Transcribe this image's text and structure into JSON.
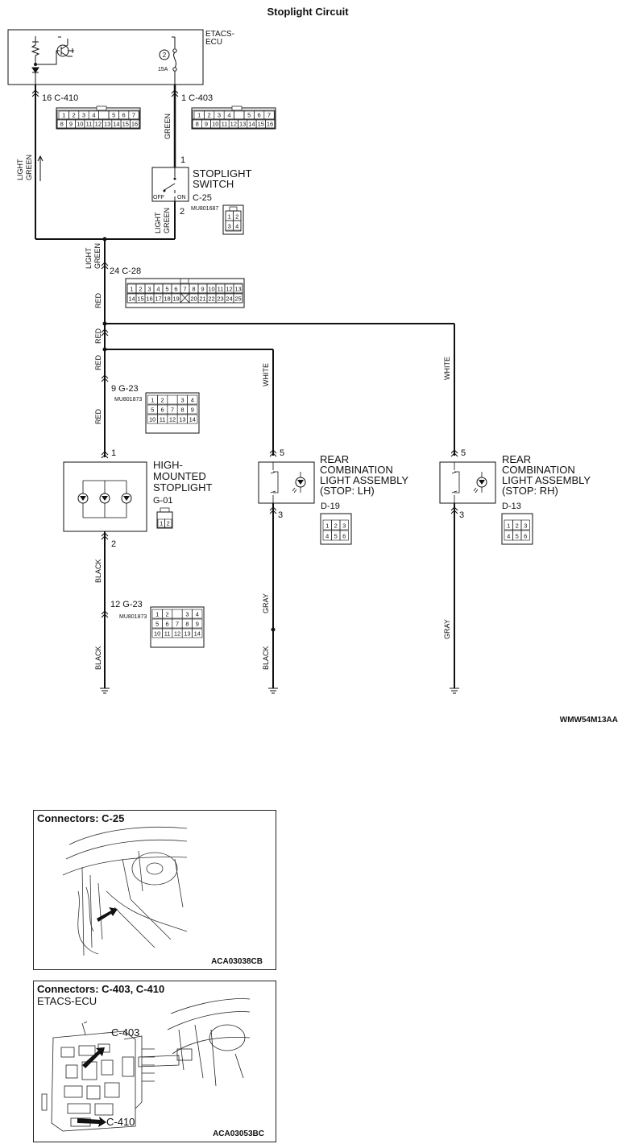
{
  "title": "Stoplight Circuit",
  "figure_code": "WMW54M13AA",
  "ecu": {
    "label_line1": "ETACS-",
    "label_line2": "ECU",
    "fuse_number": "2",
    "fuse_rating": "15A"
  },
  "connectors": {
    "c410": {
      "pin_label": "16 C-410",
      "row1": [
        "1",
        "2",
        "3",
        "4",
        "",
        "5",
        "6",
        "7"
      ],
      "row2": [
        "8",
        "9",
        "10",
        "11",
        "12",
        "13",
        "14",
        "15",
        "16"
      ]
    },
    "c403": {
      "pin_label": "1 C-403",
      "row1": [
        "1",
        "2",
        "3",
        "4",
        "",
        "5",
        "6",
        "7"
      ],
      "row2": [
        "8",
        "9",
        "10",
        "11",
        "12",
        "13",
        "14",
        "15",
        "16"
      ]
    },
    "c25": {
      "id": "C-25",
      "part": "MU801687",
      "pin_top": "1",
      "pin_bottom": "2",
      "grid": [
        "1",
        "2",
        "3",
        "4"
      ]
    },
    "c28": {
      "pin_label": "24 C-28",
      "row1": [
        "1",
        "2",
        "3",
        "4",
        "5",
        "6",
        "7",
        "8",
        "9",
        "10",
        "11",
        "12",
        "13"
      ],
      "row2": [
        "14",
        "15",
        "16",
        "17",
        "18",
        "19",
        "",
        "20",
        "21",
        "22",
        "23",
        "24",
        "25"
      ]
    },
    "g23_top": {
      "pin_label": "9 G-23",
      "part": "MU801873"
    },
    "g23_bottom": {
      "pin_label": "12 G-23",
      "part": "MU801873"
    },
    "g23_grid": {
      "row1": [
        "1",
        "2",
        "",
        "3",
        "4"
      ],
      "row2": [
        "5",
        "6",
        "7",
        "8",
        "9"
      ],
      "row3": [
        "10",
        "11",
        "12",
        "13",
        "14"
      ]
    },
    "g01": {
      "id": "G-01",
      "grid": [
        "1",
        "2"
      ]
    },
    "d19": {
      "id": "D-19",
      "grid": [
        "1",
        "2",
        "3",
        "4",
        "5",
        "6"
      ]
    },
    "d13": {
      "id": "D-13",
      "grid": [
        "1",
        "2",
        "3",
        "4",
        "5",
        "6"
      ]
    }
  },
  "switch": {
    "line1": "STOPLIGHT",
    "line2": "SWITCH",
    "off": "OFF",
    "on": "ON"
  },
  "components": {
    "hmsl": {
      "line1": "HIGH-",
      "line2": "MOUNTED",
      "line3": "STOPLIGHT",
      "pin_top": "1",
      "pin_bottom": "2"
    },
    "rear_lh": {
      "line1": "REAR",
      "line2": "COMBINATION",
      "line3": "LIGHT ASSEMBLY",
      "line4": "(STOP: LH)",
      "pin_top": "5",
      "pin_bottom": "3"
    },
    "rear_rh": {
      "line1": "REAR",
      "line2": "COMBINATION",
      "line3": "LIGHT ASSEMBLY",
      "line4": "(STOP: RH)",
      "pin_top": "5",
      "pin_bottom": "3"
    }
  },
  "wire_colors": {
    "light": "LIGHT",
    "green_word": "GREEN",
    "green": "GREEN",
    "red": "RED",
    "white": "WHITE",
    "black": "BLACK",
    "gray": "GRAY"
  },
  "panels": {
    "p1": {
      "title": "Connectors: C-25",
      "code": "ACA03038CB"
    },
    "p2": {
      "title": "Connectors: C-403, C-410",
      "subtitle": "ETACS-ECU",
      "label_c403": "C-403",
      "label_c410": "C-410",
      "code": "ACA03053BC"
    }
  }
}
